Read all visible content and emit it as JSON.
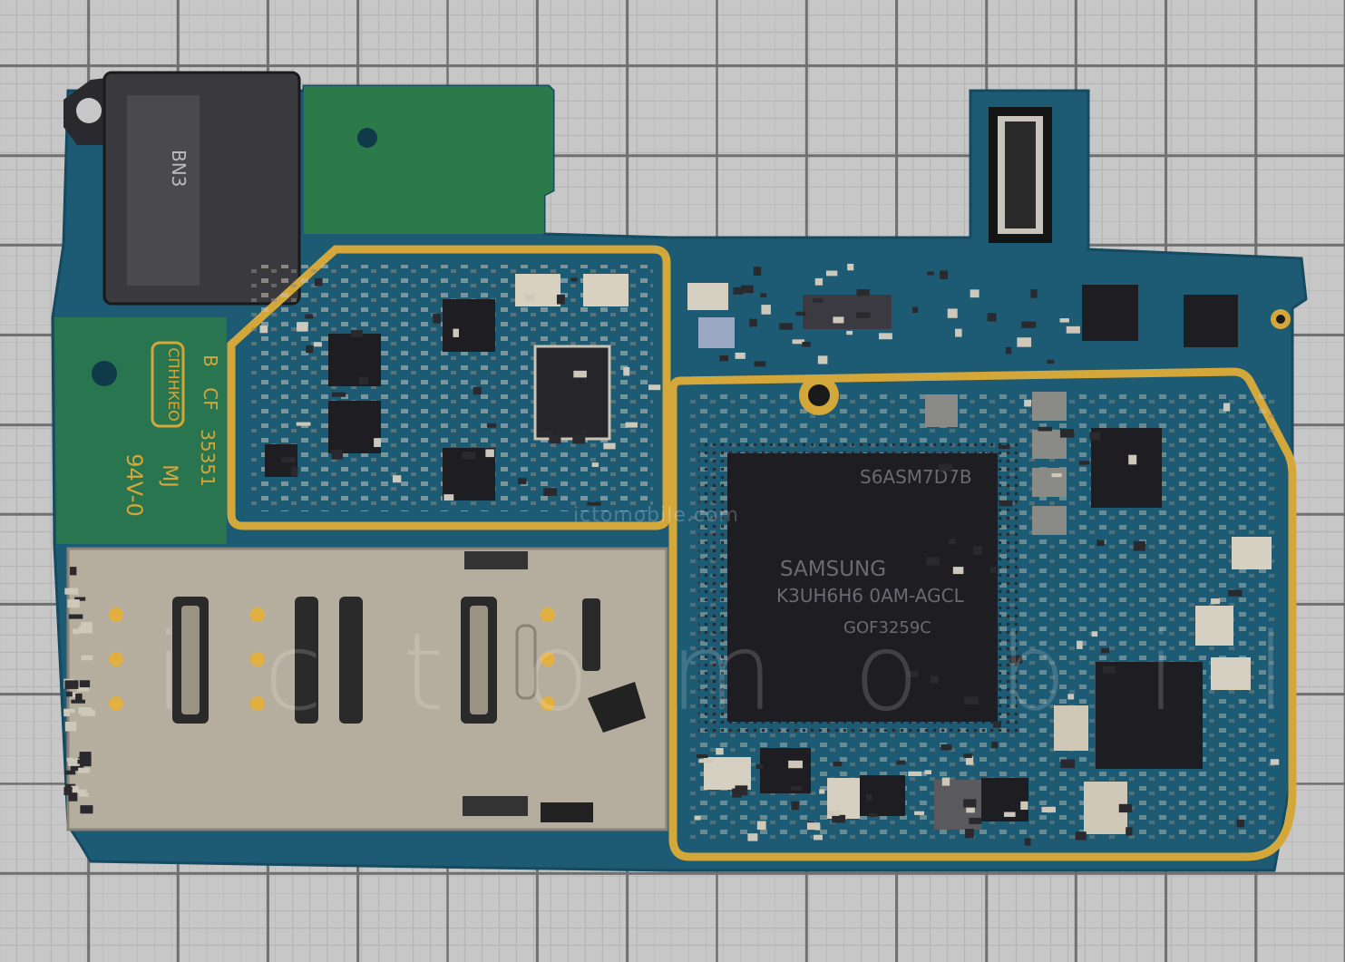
{
  "photo": {
    "subject": "smartphone mainboard",
    "colors": {
      "pcb": "#1d5a73",
      "pcb_dark": "#154a60",
      "pcb_green": "#2c7a4a",
      "shield": "#d4a73a",
      "grid_bg": "#c7c7c7",
      "grid_major": "#707070",
      "chip": "#1e1e22",
      "sim_tray": "#b5ad9e",
      "contact": "#e2b040"
    }
  },
  "markings": {
    "cpu_top": "S6ASM7D7B",
    "cpu_brand": "SAMSUNG",
    "cpu_part": "K3UH6H6 0AM-AGCL",
    "cpu_lot": "GOF3259C",
    "pcb_vendor": "СПННКЕО",
    "pcb_ul": "94V-0",
    "pcb_cert": "MJ",
    "pcb_code": "35351",
    "pcb_rev": "CF",
    "pcb_b": "B",
    "jack_code": "BN3"
  },
  "watermark": {
    "main_text": "ictomobile",
    "site_text": "ictomobile.com"
  }
}
